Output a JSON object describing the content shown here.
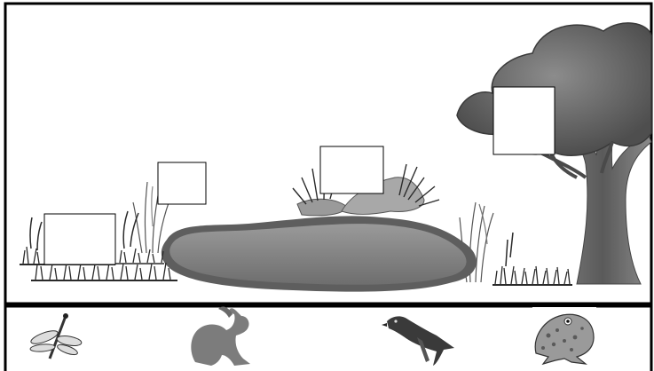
{
  "scene": {
    "elements": [
      "tall-grass-left",
      "reeds-left",
      "pond",
      "rocks-with-grass",
      "reeds-right",
      "grass-right",
      "tree"
    ],
    "drop_zones": [
      "drop-box-grass-left",
      "drop-box-reeds",
      "drop-box-rocks",
      "drop-box-tree"
    ]
  },
  "animals": [
    {
      "name": "dragonfly-icon"
    },
    {
      "name": "rabbit-icon"
    },
    {
      "name": "bird-icon"
    },
    {
      "name": "frog-icon"
    }
  ],
  "colors": {
    "border": "#000000",
    "pond_fill": "#8a8a8a",
    "pond_edge": "#5e5e5e",
    "grass": "#2a2a2a",
    "tree_foliage": "#6b6b6b",
    "tree_trunk": "#5a5a5a",
    "box_fill": "#ffffff"
  }
}
